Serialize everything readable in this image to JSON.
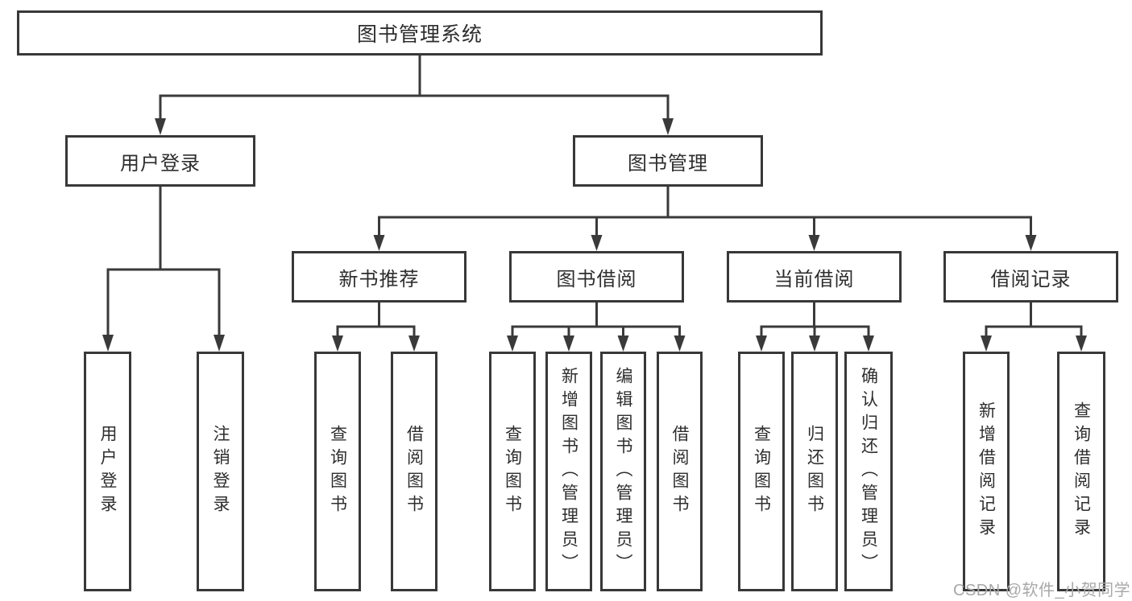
{
  "diagram": {
    "root": {
      "label": "图书管理系统"
    },
    "user_login": {
      "label": "用户登录"
    },
    "book_management": {
      "label": "图书管理"
    },
    "new_book_recommend": {
      "label": "新书推荐"
    },
    "book_borrow": {
      "label": "图书借阅"
    },
    "current_borrow": {
      "label": "当前借阅"
    },
    "borrow_records": {
      "label": "借阅记录"
    },
    "leaves": {
      "user_login": "用户登录",
      "logout": "注销登录",
      "nb_query": "查询图书",
      "nb_borrow": "借阅图书",
      "bb_query": "查询图书",
      "bb_add": "新增图书（管理员）",
      "bb_edit": "编辑图书（管理员）",
      "bb_borrow": "借阅图书",
      "cb_query": "查询图书",
      "cb_return": "归还图书",
      "cb_confirm": "确认归还（管理员）",
      "br_add": "新增借阅记录",
      "br_query": "查询借阅记录"
    }
  },
  "watermark": {
    "text": "CSDN @软件_小贺同学"
  },
  "colors": {
    "line": "#3a3a3a",
    "text": "#2e2e2e",
    "watermark": "#a8a8a8",
    "background": "#ffffff"
  }
}
